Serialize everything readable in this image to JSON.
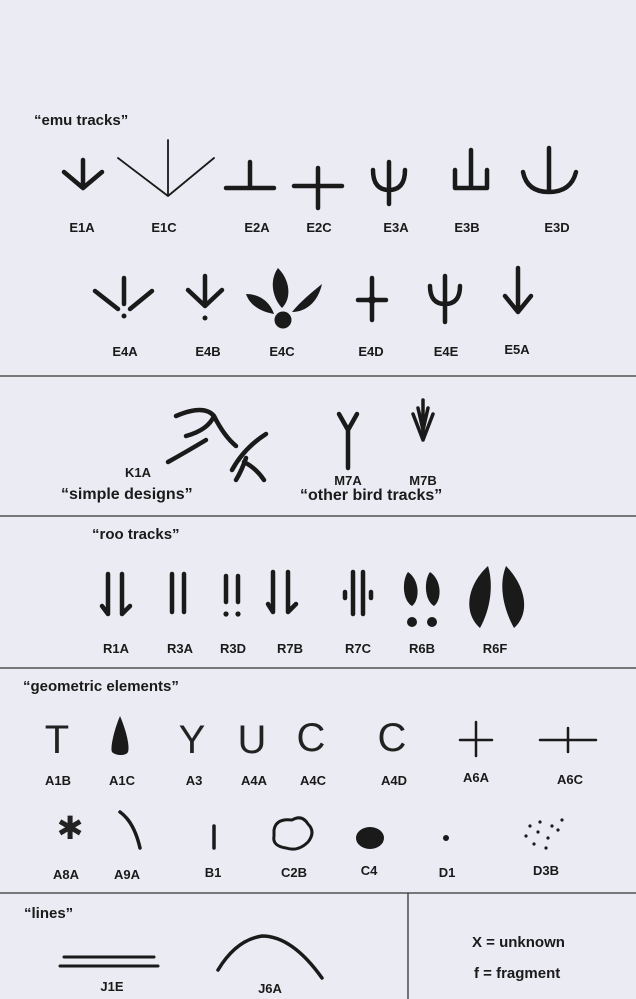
{
  "sections": {
    "emu": {
      "heading": "“emu tracks”",
      "labels": [
        "E1A",
        "E1C",
        "E2A",
        "E2C",
        "E3A",
        "E3B",
        "E3D",
        "E4A",
        "E4B",
        "E4C",
        "E4D",
        "E4E",
        "E5A"
      ]
    },
    "misc": {
      "labels": [
        "K1A",
        "M7A",
        "M7B"
      ],
      "caption_simple": "“simple designs”",
      "caption_other": "“other bird tracks”"
    },
    "roo": {
      "heading": "“roo tracks”",
      "labels": [
        "R1A",
        "R3A",
        "R3D",
        "R7B",
        "R7C",
        "R6B",
        "R6F"
      ]
    },
    "geometric": {
      "heading": "“geometric elements”",
      "labels": [
        "A1B",
        "A1C",
        "A3",
        "A4A",
        "A4C",
        "A4D",
        "A6A",
        "A6C",
        "A8A",
        "A9A",
        "B1",
        "C2B",
        "C4",
        "D1",
        "D3B"
      ],
      "glyphs": {
        "A1B": "T",
        "A3": "Y",
        "A4A": "U",
        "A4C": "C",
        "A4D": "C",
        "A8A": "✱"
      }
    },
    "lines": {
      "heading": "“lines”",
      "labels": [
        "J1E",
        "J6A"
      ]
    },
    "legend": {
      "unknown": "X = unknown",
      "fragment": "f  = fragment"
    }
  },
  "colors": {
    "background": "#ebebf3",
    "ink": "#1a1a1a"
  }
}
